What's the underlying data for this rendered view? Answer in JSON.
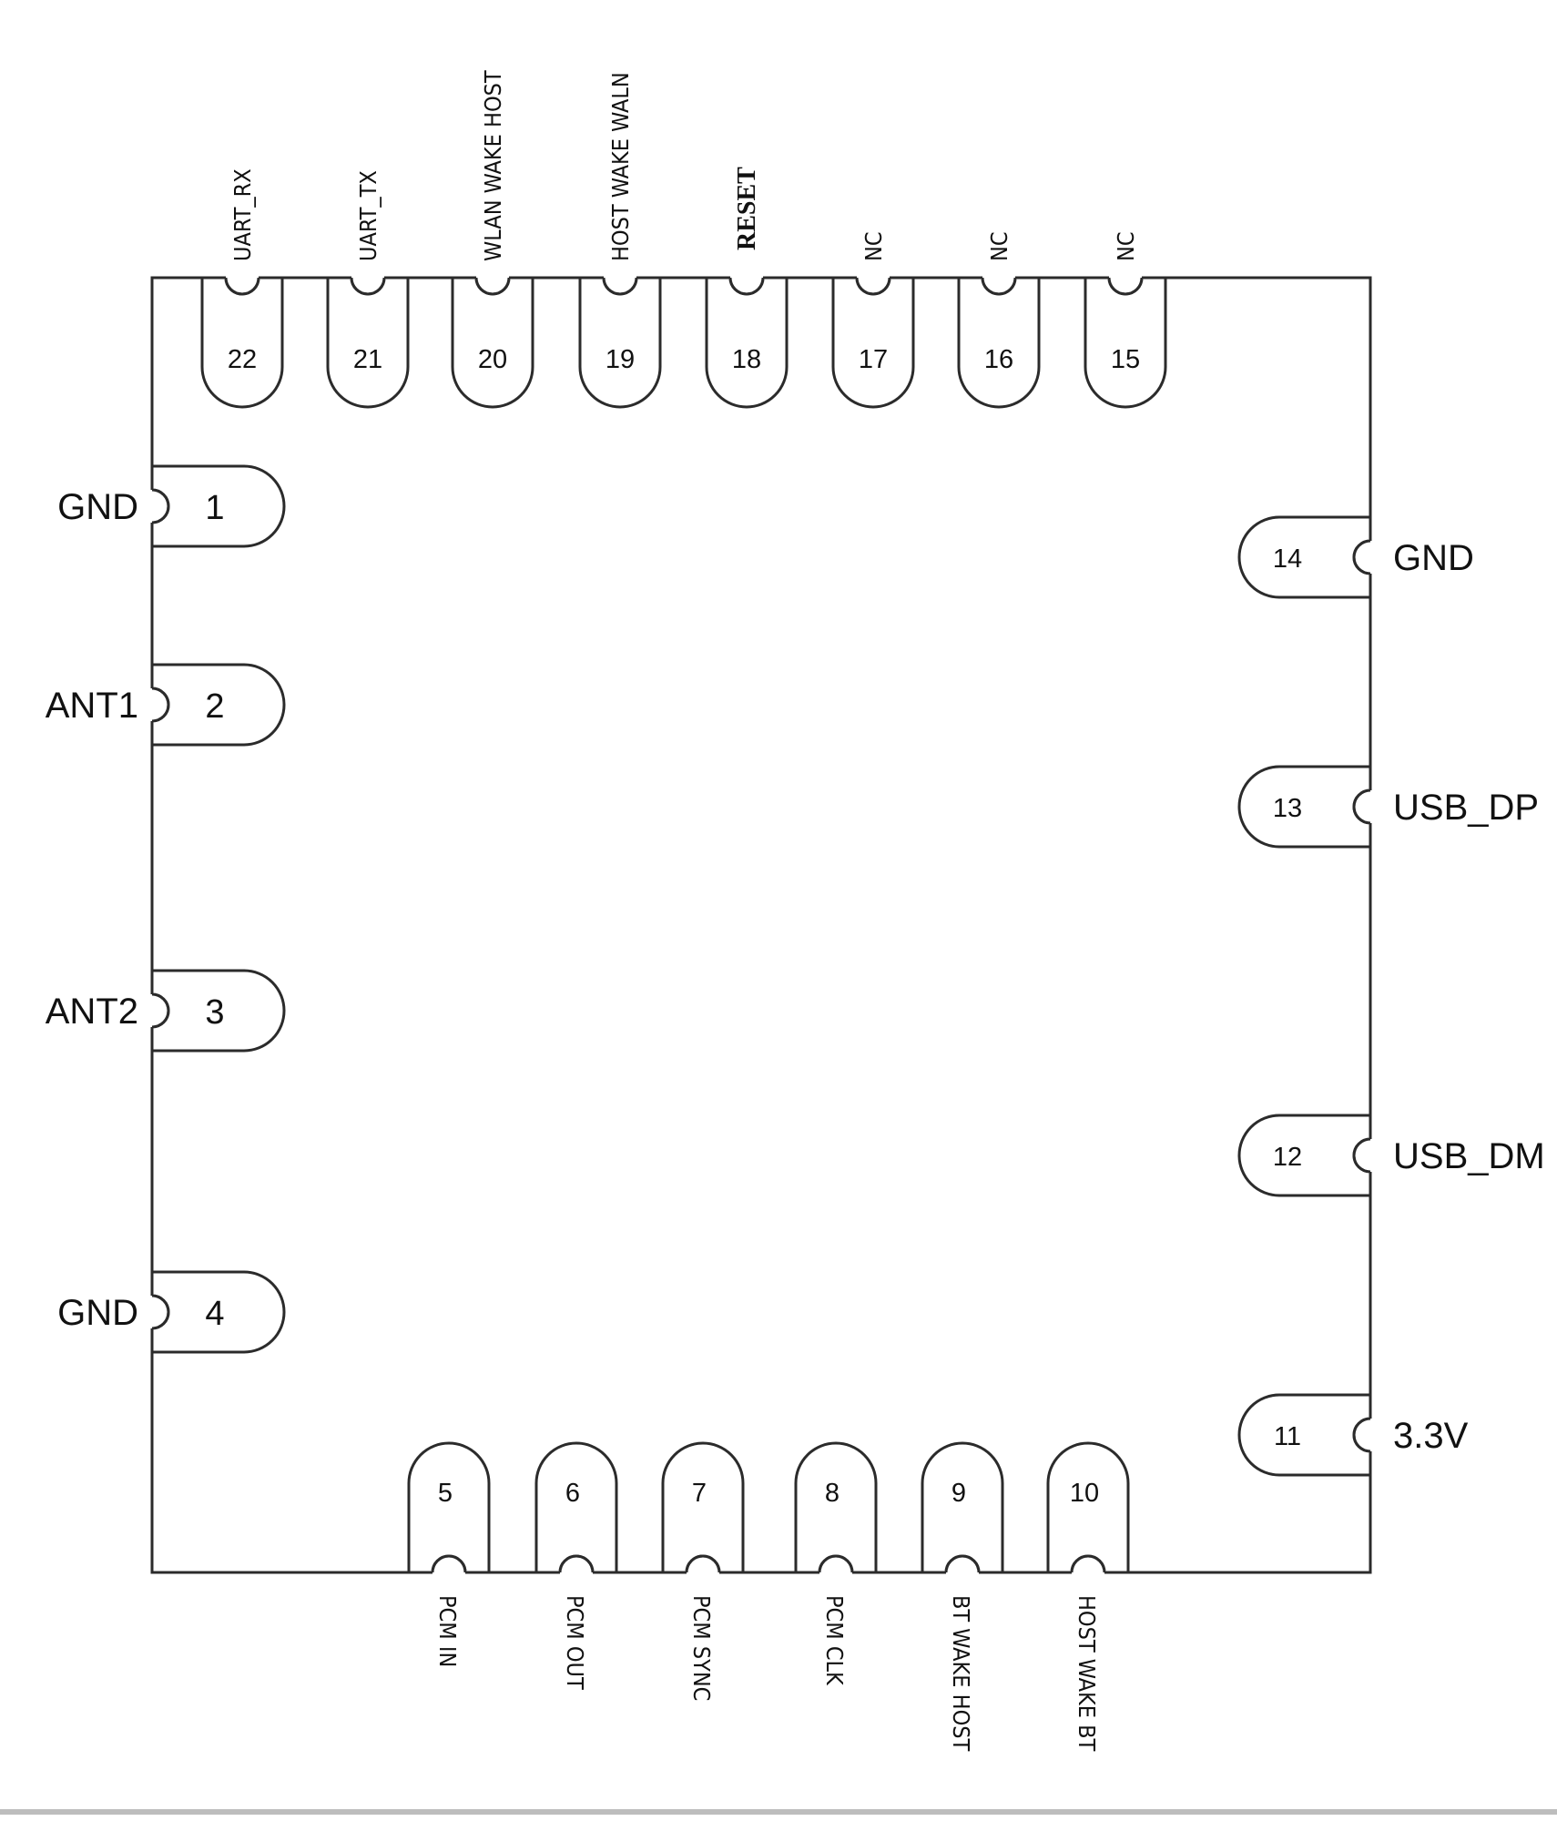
{
  "pins": {
    "top": [
      {
        "num": "22",
        "name": "UART_RX"
      },
      {
        "num": "21",
        "name": "UART_TX"
      },
      {
        "num": "20",
        "name": "WLAN WAKE HOST"
      },
      {
        "num": "19",
        "name": "HOST WAKE WALN"
      },
      {
        "num": "18",
        "name": "RESET"
      },
      {
        "num": "17",
        "name": "NC"
      },
      {
        "num": "16",
        "name": "NC"
      },
      {
        "num": "15",
        "name": "NC"
      }
    ],
    "left": [
      {
        "num": "1",
        "name": "GND"
      },
      {
        "num": "2",
        "name": "ANT1"
      },
      {
        "num": "3",
        "name": "ANT2"
      },
      {
        "num": "4",
        "name": "GND"
      }
    ],
    "right": [
      {
        "num": "14",
        "name": "GND"
      },
      {
        "num": "13",
        "name": "USB_DP"
      },
      {
        "num": "12",
        "name": "USB_DM"
      },
      {
        "num": "11",
        "name": "3.3V"
      }
    ],
    "bottom": [
      {
        "num": "5",
        "name": "PCM IN"
      },
      {
        "num": "6",
        "name": "PCM OUT"
      },
      {
        "num": "7",
        "name": "PCM SYNC"
      },
      {
        "num": "8",
        "name": "PCM CLK"
      },
      {
        "num": "9",
        "name": "BT WAKE HOST"
      },
      {
        "num": "10",
        "name": "HOST WAKE BT"
      }
    ]
  }
}
